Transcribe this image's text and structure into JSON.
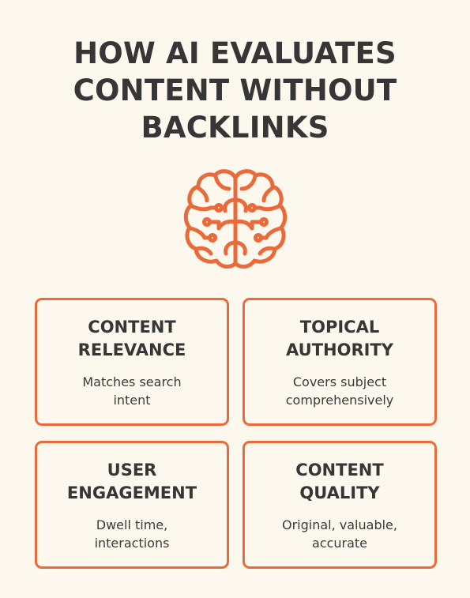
{
  "title": {
    "line1": "HOW AI EVALUATES",
    "line2": "CONTENT WITHOUT",
    "line3": "BACKLINKS"
  },
  "icon": "brain-icon",
  "colors": {
    "background": "#fdf8ee",
    "accent": "#e96a3a",
    "text": "#363636"
  },
  "cards": [
    {
      "title_line1": "CONTENT",
      "title_line2": "RELEVANCE",
      "desc_line1": "Matches search",
      "desc_line2": "intent"
    },
    {
      "title_line1": "TOPICAL",
      "title_line2": "AUTHORITY",
      "desc_line1": "Covers subject",
      "desc_line2": "comprehensively"
    },
    {
      "title_line1": "USER",
      "title_line2": "ENGAGEMENT",
      "desc_line1": "Dwell time,",
      "desc_line2": "interactions"
    },
    {
      "title_line1": "CONTENT",
      "title_line2": "QUALITY",
      "desc_line1": "Original, valuable,",
      "desc_line2": "accurate"
    }
  ]
}
